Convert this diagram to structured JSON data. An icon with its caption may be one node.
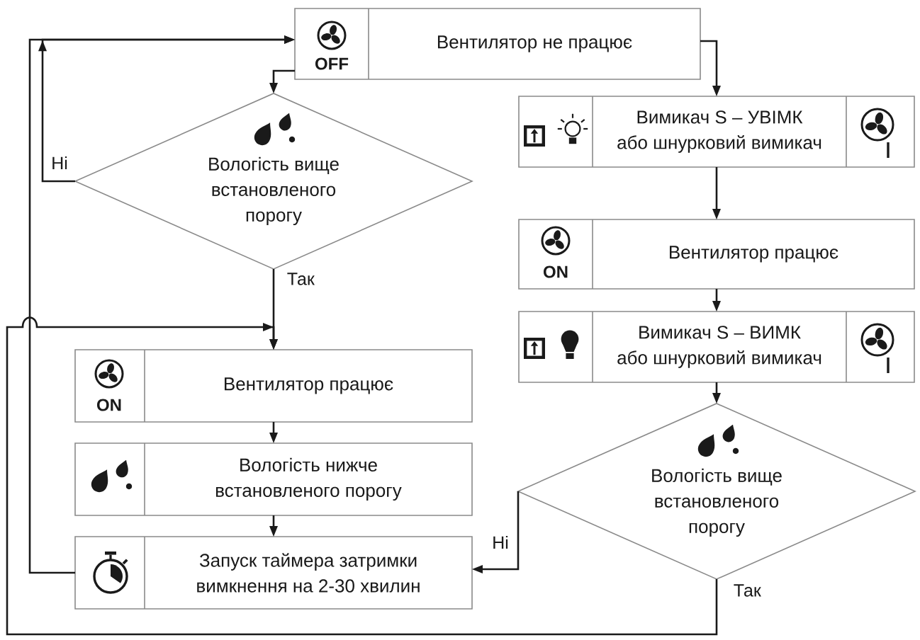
{
  "diagram": {
    "nodes": [
      {
        "text": [
          "OFF",
          "Вентилятор не працює"
        ]
      },
      {
        "text": [
          "Вологість вище встановленого порогу"
        ]
      },
      {
        "text": [
          "Вимикач S – УВІМК або шнурковий вимикач"
        ]
      },
      {
        "text": [
          "ON",
          "Вентилятор працює"
        ]
      },
      {
        "text": [
          "Вимикач S – ВИМК або шнурковий вимикач"
        ]
      },
      {
        "text": [
          "Вологість вище встановленого порогу"
        ]
      },
      {
        "text": [
          "ON",
          "Вентилятор працює"
        ]
      },
      {
        "text": [
          "Вологість нижче встановленого порогу"
        ]
      },
      {
        "text": [
          "Запуск таймера затримки вимкнення на 2-30 хвилин"
        ]
      }
    ],
    "edges": [
      {
        "from": 0,
        "to": 1,
        "arrow": "to"
      },
      {
        "from": 1,
        "to": 6,
        "arrow": "to",
        "label": "Так"
      },
      {
        "from": 1,
        "to": 0,
        "arrow": "to",
        "label": "Ні"
      },
      {
        "from": 0,
        "to": 2,
        "arrow": "to"
      },
      {
        "from": 2,
        "to": 3,
        "arrow": "to"
      },
      {
        "from": 3,
        "to": 4,
        "arrow": "to"
      },
      {
        "from": 4,
        "to": 5,
        "arrow": "to"
      },
      {
        "from": 5,
        "to": 8,
        "arrow": "to",
        "label": "Ні"
      },
      {
        "from": 5,
        "to": 6,
        "arrow": "to",
        "label": "Так"
      },
      {
        "from": 6,
        "to": 7,
        "arrow": "to"
      },
      {
        "from": 7,
        "to": 8,
        "arrow": "to"
      },
      {
        "from": 8,
        "to": 0,
        "arrow": "to"
      }
    ]
  }
}
